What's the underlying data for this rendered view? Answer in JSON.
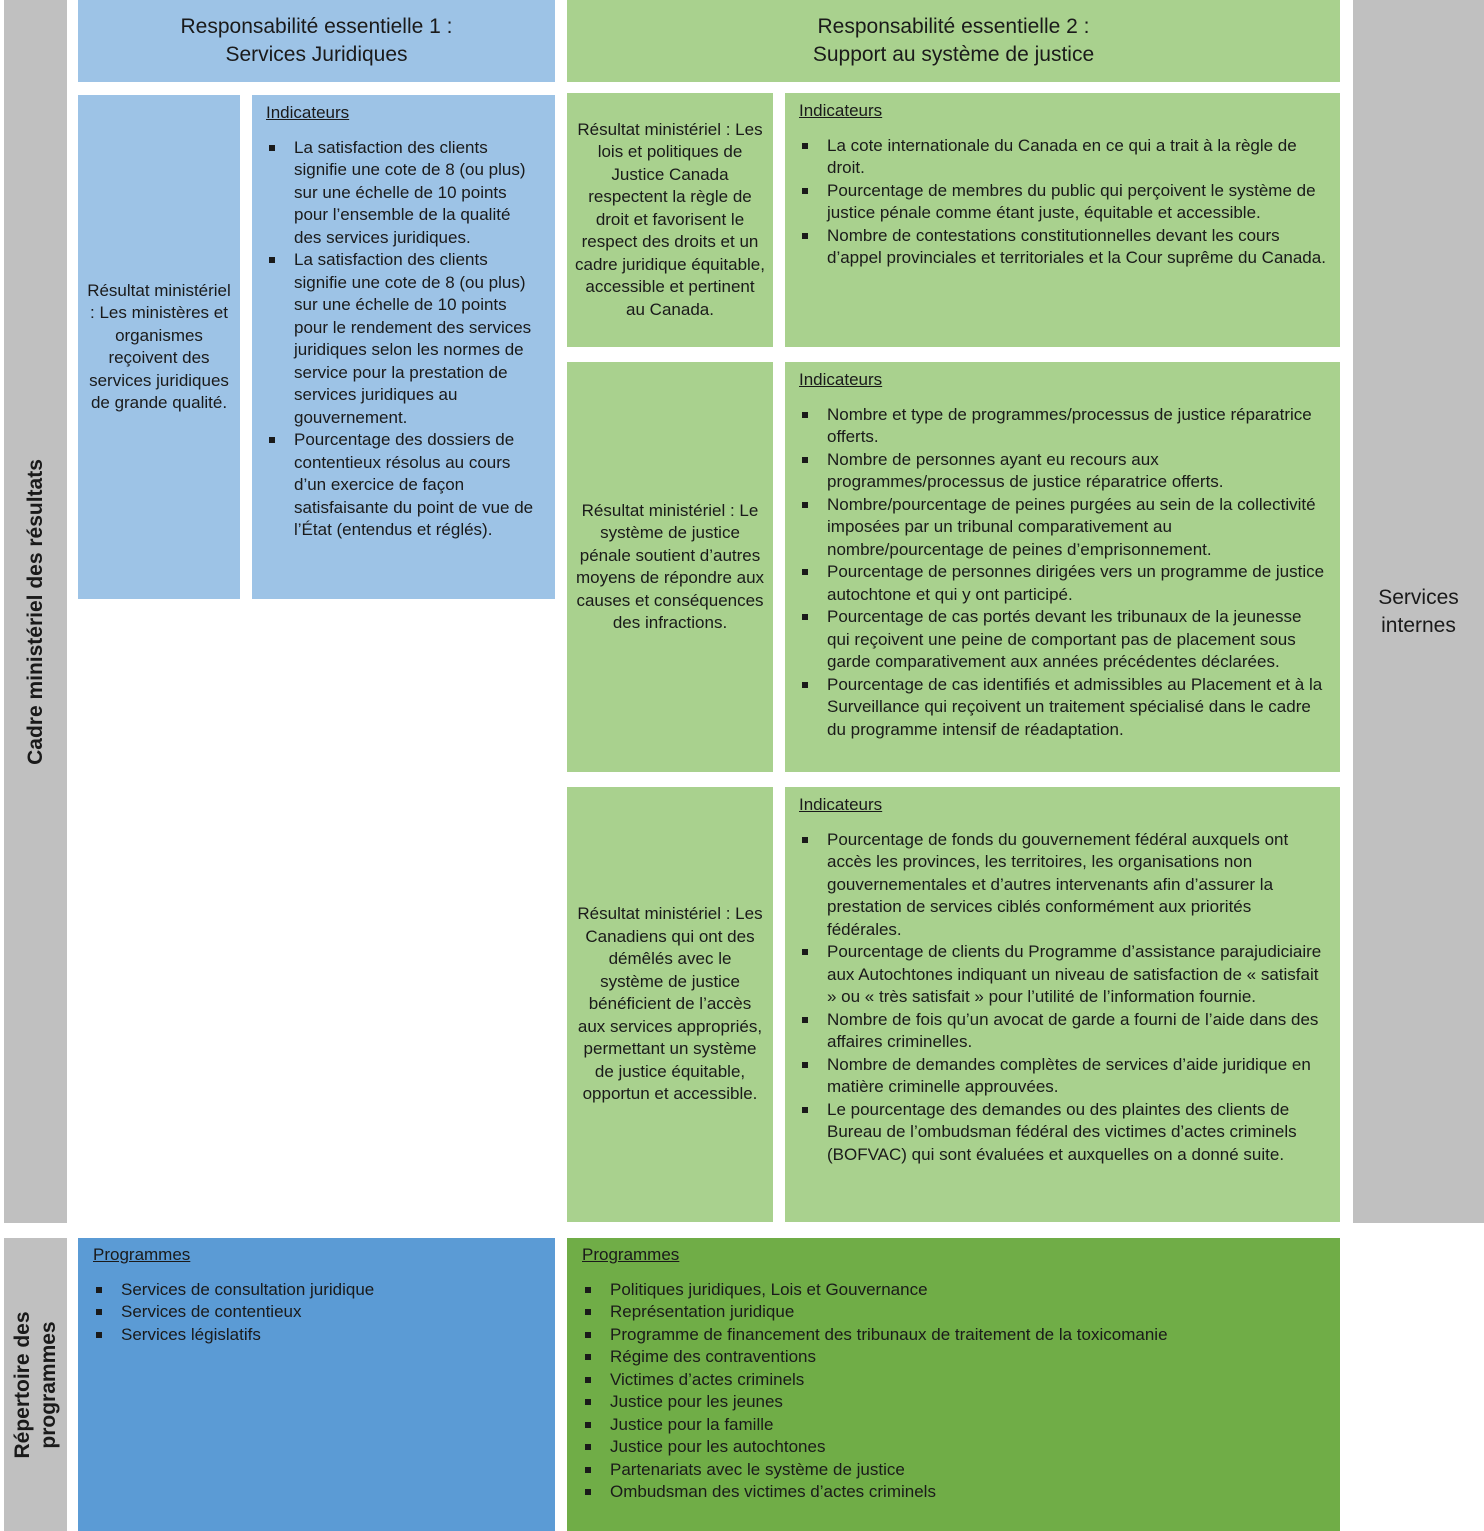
{
  "left_labels": {
    "cadre": "Cadre ministériel des résultats",
    "repertoire_line1": "Répertoire des",
    "repertoire_line2": "programmes"
  },
  "resp1": {
    "line1": "Responsabilité essentielle 1 :",
    "line2": "Services Juridiques",
    "result": "Résultat ministériel : Les ministères et organismes reçoivent des services juridiques de grande qualité.",
    "indicators_title": "Indicateurs",
    "indicators": [
      "La satisfaction des clients signifie une cote de 8 (ou plus) sur une échelle de 10 points pour l’ensemble de la qualité des services juridiques.",
      "La satisfaction des clients signifie une cote de 8 (ou plus) sur une échelle de 10 points pour le rendement des services juridiques selon les normes de service pour la prestation de services juridiques au gouvernement.",
      "Pourcentage des dossiers de contentieux résolus au cours d’un exercice de façon satisfaisante du point de vue de l’État (entendus et réglés)."
    ],
    "programs_title": "Programmes",
    "programs": [
      "Services de consultation juridique",
      "Services de contentieux",
      "Services législatifs"
    ]
  },
  "resp2": {
    "line1": "Responsabilité essentielle 2 :",
    "line2": "Support au système de justice",
    "results": [
      {
        "text": "Résultat ministériel : Les lois et politiques de Justice Canada respectent la règle de droit et favorisent le respect des droits et un cadre juridique équitable, accessible et pertinent au Canada.",
        "indicators_title": "Indicateurs",
        "indicators": [
          "La cote internationale du Canada en ce qui a trait à la règle de droit.",
          "Pourcentage de membres du public qui perçoivent le système de justice pénale comme étant juste, équitable et accessible.",
          "Nombre de contestations constitutionnelles devant les cours d’appel provinciales et territoriales et la Cour suprême du Canada."
        ]
      },
      {
        "text": "Résultat ministériel : Le système de justice pénale soutient d’autres moyens de répondre aux causes et conséquences des infractions.",
        "indicators_title": "Indicateurs",
        "indicators": [
          "Nombre et type de programmes/processus de justice réparatrice offerts.",
          "Nombre de personnes ayant eu recours aux programmes/processus de justice réparatrice offerts.",
          "Nombre/pourcentage de peines purgées au sein de la collectivité imposées par un tribunal comparativement au nombre/pourcentage de peines d’emprisonnement.",
          "Pourcentage de personnes dirigées vers un programme de justice autochtone et qui y ont participé.",
          "Pourcentage de cas portés devant les tribunaux de la jeunesse qui reçoivent une peine de comportant pas de placement sous garde comparativement aux années précédentes déclarées.",
          "Pourcentage de cas identifiés et admissibles au Placement et à la Surveillance qui reçoivent un traitement spécialisé dans le cadre du programme intensif de réadaptation."
        ]
      },
      {
        "text": "Résultat ministériel : Les Canadiens qui ont des démêlés avec le système de justice bénéficient de l’accès aux services appropriés, permettant un système de justice équitable, opportun et accessible.",
        "indicators_title": "Indicateurs",
        "indicators": [
          "Pourcentage de fonds du gouvernement fédéral auxquels ont accès les provinces, les territoires, les organisations non gouvernementales et d’autres intervenants afin d’assurer la prestation de services ciblés conformément aux priorités fédérales.",
          "Pourcentage de clients du Programme d’assistance parajudiciaire aux Autochtones indiquant un niveau de satisfaction de « satisfait » ou « très satisfait » pour l’utilité de l’information fournie.",
          "Nombre de fois qu’un avocat de garde a fourni de l’aide dans des affaires criminelles.",
          "Nombre de demandes complètes de services d’aide juridique en matière criminelle approuvées.",
          "Le pourcentage des demandes ou des plaintes des clients de Bureau de l’ombudsman fédéral des victimes d’actes criminels (BOFVAC) qui sont évaluées et auxquelles on a donné suite."
        ]
      }
    ],
    "programs_title": "Programmes",
    "programs": [
      "Politiques juridiques, Lois et Gouvernance",
      "Représentation juridique",
      "Programme de financement des tribunaux de traitement de la toxicomanie",
      "Régime des contraventions",
      "Victimes d’actes criminels",
      "Justice pour les jeunes",
      "Justice pour la famille",
      "Justice pour les autochtones",
      "Partenariats avec le système de justice",
      "Ombudsman des victimes d’actes criminels"
    ]
  },
  "internal": {
    "line1": "Services",
    "line2": "internes"
  }
}
